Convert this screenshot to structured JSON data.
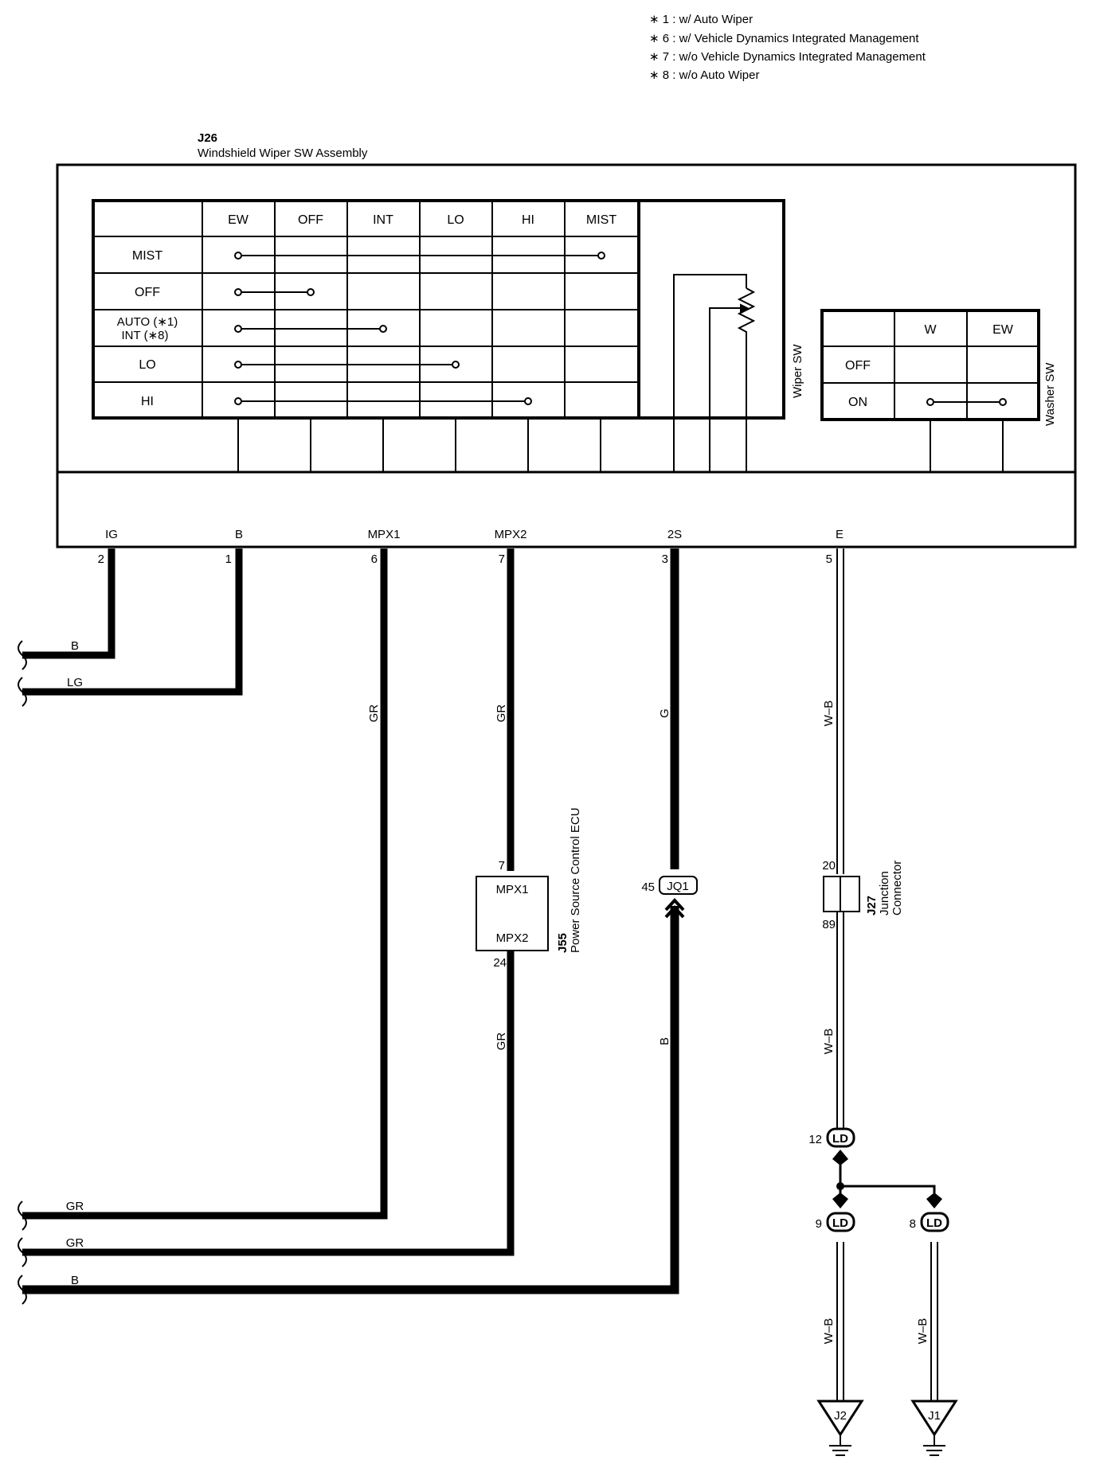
{
  "notes": [
    "∗ 1 : w/ Auto Wiper",
    "∗ 6 : w/ Vehicle Dynamics Integrated Management",
    "∗ 7 : w/o Vehicle Dynamics Integrated Management",
    "∗ 8 : w/o Auto Wiper"
  ],
  "assembly": {
    "code": "J26",
    "name": "Windshield Wiper SW Assembly",
    "wiper_table": {
      "columns": [
        "EW",
        "OFF",
        "INT",
        "LO",
        "HI",
        "MIST"
      ],
      "rows": [
        "MIST",
        "OFF",
        "AUTO (∗1)",
        "LO",
        "HI"
      ],
      "row3_second_line": "INT (∗8)",
      "side_label": "Wiper SW"
    },
    "washer_table": {
      "columns": [
        "W",
        "EW"
      ],
      "rows": [
        "OFF",
        "ON"
      ],
      "side_label": "Washer SW"
    },
    "terminals": [
      {
        "name": "IG",
        "pin": "2"
      },
      {
        "name": "B",
        "pin": "1"
      },
      {
        "name": "MPX1",
        "pin": "6"
      },
      {
        "name": "MPX2",
        "pin": "7"
      },
      {
        "name": "2S",
        "pin": "3"
      },
      {
        "name": "E",
        "pin": "5"
      }
    ]
  },
  "wires": {
    "ig": "B",
    "b": "LG",
    "mpx1_vertical": "GR",
    "mpx1_bottom": "GR",
    "mpx2_upper": "GR",
    "mpx2_lower": "GR",
    "mpx2_bottom": "GR",
    "s2_upper": "G",
    "s2_lower": "B",
    "s2_bottom": "B",
    "e_upper": "W–B",
    "e_lower": "W–B",
    "ground1": "W–B",
    "ground2": "W–B"
  },
  "ecu": {
    "code": "J55",
    "name": "Power Source Control ECU",
    "pin_top": "7",
    "pin_bottom": "24",
    "label_top": "MPX1",
    "label_bottom": "MPX2"
  },
  "jq1": {
    "label": "JQ1",
    "pin": "45"
  },
  "junction": {
    "code": "J27",
    "name1": "Junction",
    "name2": "Connector",
    "pin_top": "20",
    "pin_bottom": "89"
  },
  "ld": [
    {
      "label": "LD",
      "pin": "12"
    },
    {
      "label": "LD",
      "pin": "9"
    },
    {
      "label": "LD",
      "pin": "8"
    }
  ],
  "grounds": [
    {
      "label": "J2"
    },
    {
      "label": "J1"
    }
  ]
}
